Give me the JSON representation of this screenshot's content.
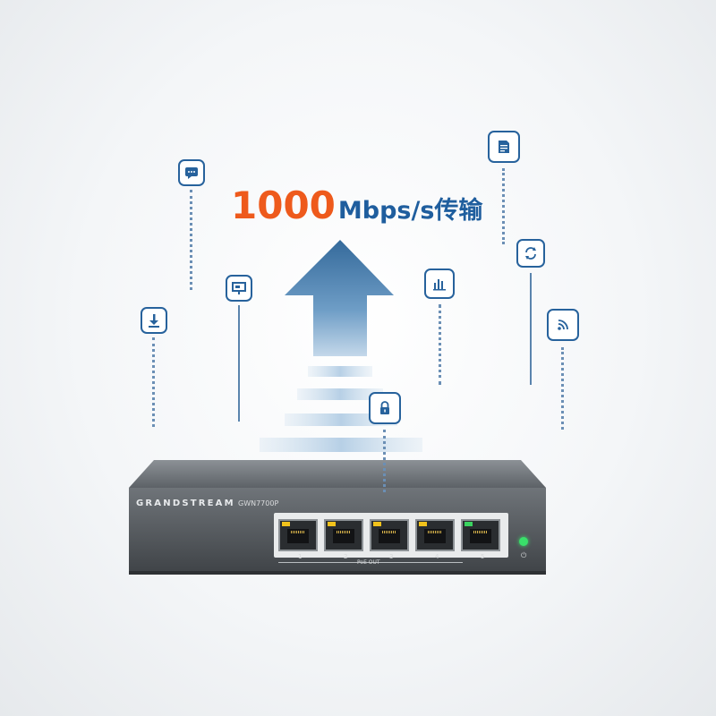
{
  "headline": {
    "number": "1000",
    "unit": "Mbps/s传输"
  },
  "device": {
    "brand": "GRANDSTREAM",
    "model": "GWN7700P",
    "ports": [
      {
        "label": "1",
        "led_color": "#f2c21b"
      },
      {
        "label": "2",
        "led_color": "#f2c21b"
      },
      {
        "label": "3",
        "led_color": "#f2c21b"
      },
      {
        "label": "4",
        "led_color": "#f2c21b"
      },
      {
        "label": "5",
        "led_color": "#3ad35f"
      }
    ],
    "poe_label": "PoE OUT",
    "power_symbol": "⏻",
    "power_led_color": "#39e06a"
  },
  "icons": [
    "chat-icon",
    "download-icon",
    "presentation-icon",
    "bar-chart-icon",
    "lock-icon",
    "document-icon",
    "sync-icon",
    "wifi-icon"
  ],
  "colors": {
    "accent_orange": "#ee5a1c",
    "accent_blue": "#1f5e9e",
    "icon_blue": "#27629c"
  }
}
